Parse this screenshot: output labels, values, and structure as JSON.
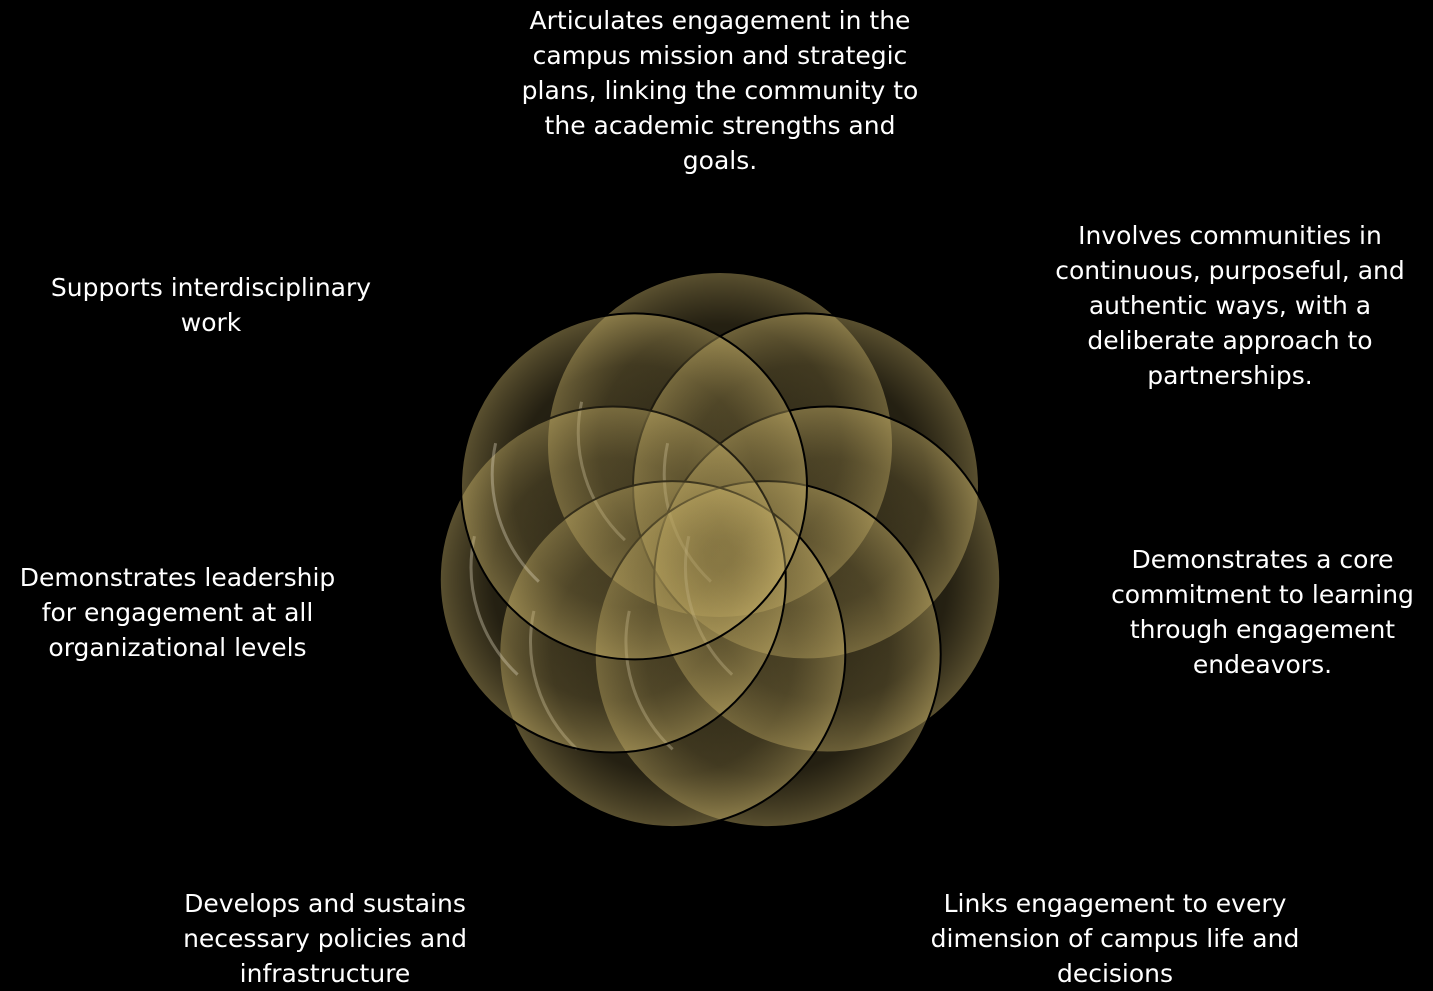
{
  "diagram": {
    "petals": [
      {
        "label": "Articulates engagement in the campus mission and strategic plans, linking the community to the academic strengths and goals."
      },
      {
        "label": "Involves communities in continuous, purposeful, and authentic ways, with a deliberate approach to partnerships."
      },
      {
        "label": "Demonstrates a core commitment to learning through engagement endeavors."
      },
      {
        "label": "Links engagement to every dimension of campus life and decisions"
      },
      {
        "label": "Develops and sustains necessary policies and infrastructure"
      },
      {
        "label": "Demonstrates leadership for engagement at all organizational levels"
      },
      {
        "label": "Supports interdisciplinary work"
      }
    ]
  },
  "colors": {
    "background": "#000000",
    "text": "#ffffff",
    "circle_fill": "#a89454",
    "circle_stroke": "#000000"
  }
}
